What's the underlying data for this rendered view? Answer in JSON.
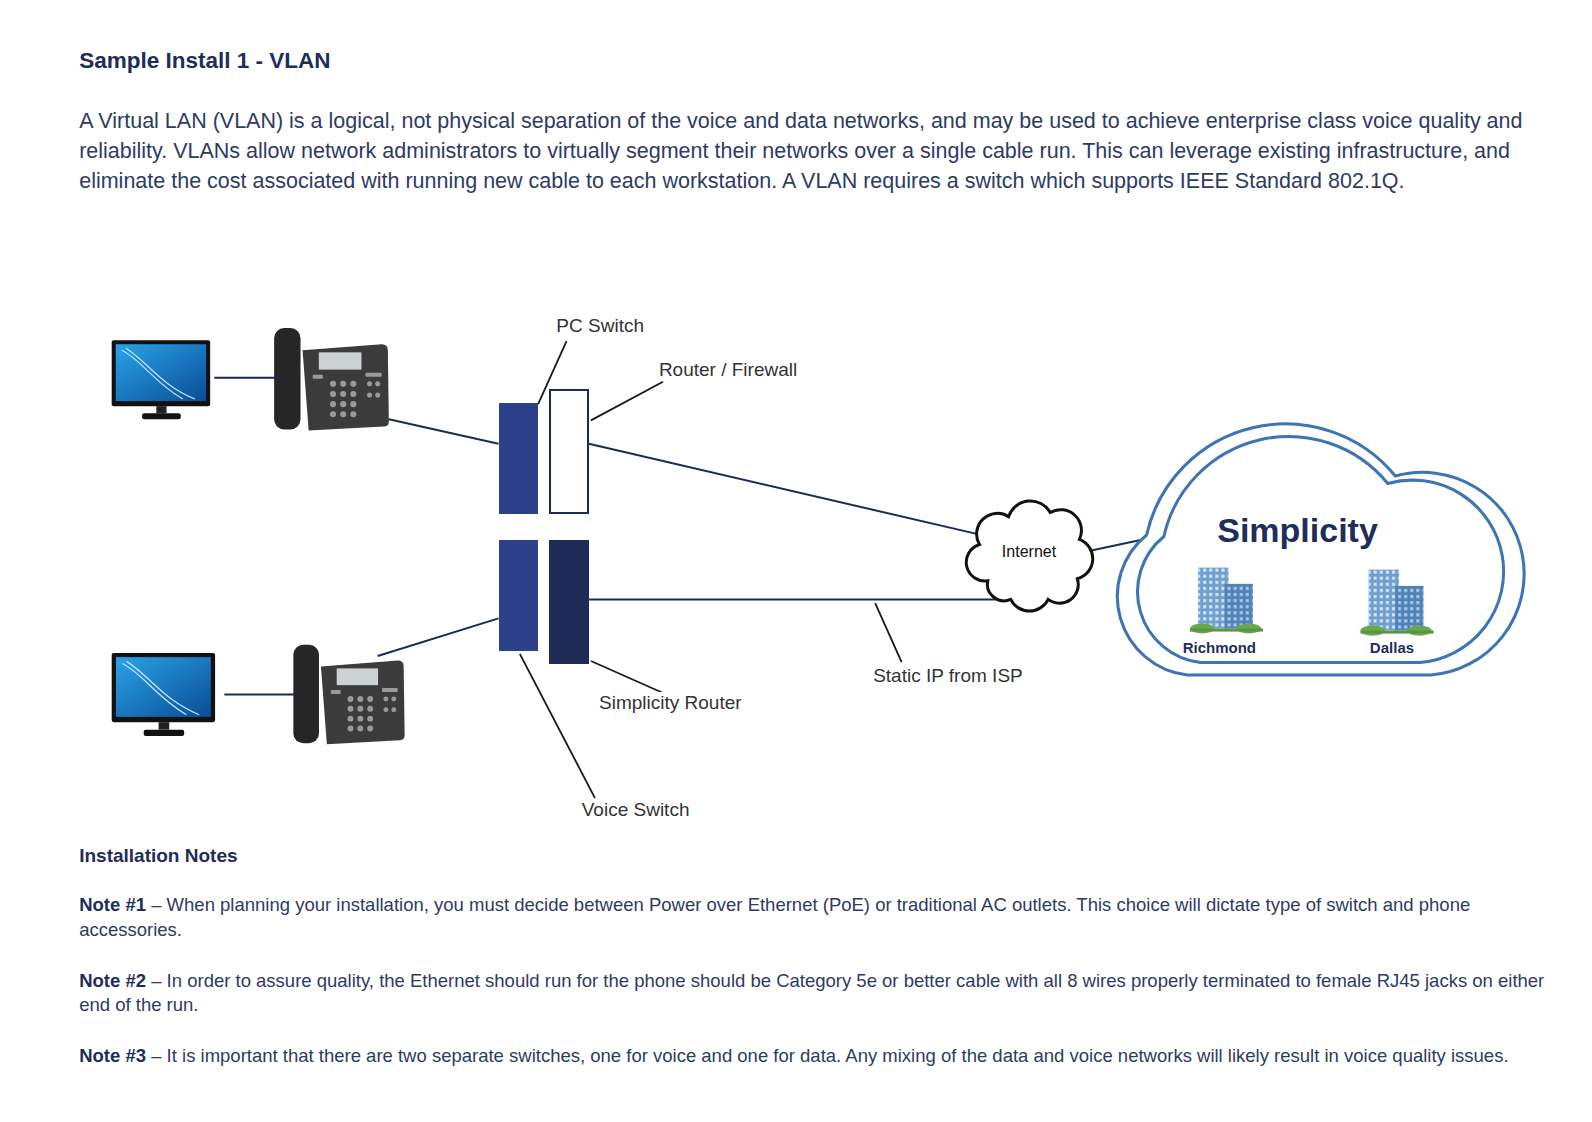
{
  "diagram": {
    "title": "Sample Install 1 - VLAN",
    "nodes": [
      {
        "text": [
          "PC Switch"
        ]
      },
      {
        "text": [
          "Router / Firewall"
        ]
      },
      {
        "text": [
          "Internet"
        ]
      },
      {
        "text": [
          "Simplicity",
          "Richmond",
          "Dallas"
        ]
      },
      {
        "text": [
          "Voice Switch"
        ]
      },
      {
        "text": [
          "Simplicity Router"
        ]
      }
    ],
    "edges": [
      {
        "from": 1,
        "to": 2,
        "arrow": "none"
      },
      {
        "from": 5,
        "to": 2,
        "arrow": "none"
      },
      {
        "from": 2,
        "to": 3,
        "arrow": "none"
      }
    ],
    "labels": [
      "A Virtual LAN (VLAN) is a logical, not physical separation of the voice and data networks, and may be used to achieve enterprise class voice quality and reliability. VLANs allow network administrators to virtually segment their networks over a single cable run. This can leverage existing infrastructure, and eliminate the cost associated with running new cable to each workstation. A VLAN requires a switch which supports IEEE Standard 802.1Q.",
      "Static IP from ISP",
      "Installation Notes",
      "Note #1",
      "– When planning your installation, you must decide between Power over Ethernet (PoE) or traditional AC outlets. This choice will dictate type of switch and phone accessories.",
      "Note #2",
      "– In order to assure quality, the Ethernet should run for the phone should be Category 5e or better cable with all 8 wires properly terminated to female RJ45 jacks on either end of the run.",
      "Note #3",
      "– It is important that there are two separate switches, one for voice and one for data. Any mixing of the data and voice networks will likely result in voice quality issues."
    ]
  }
}
